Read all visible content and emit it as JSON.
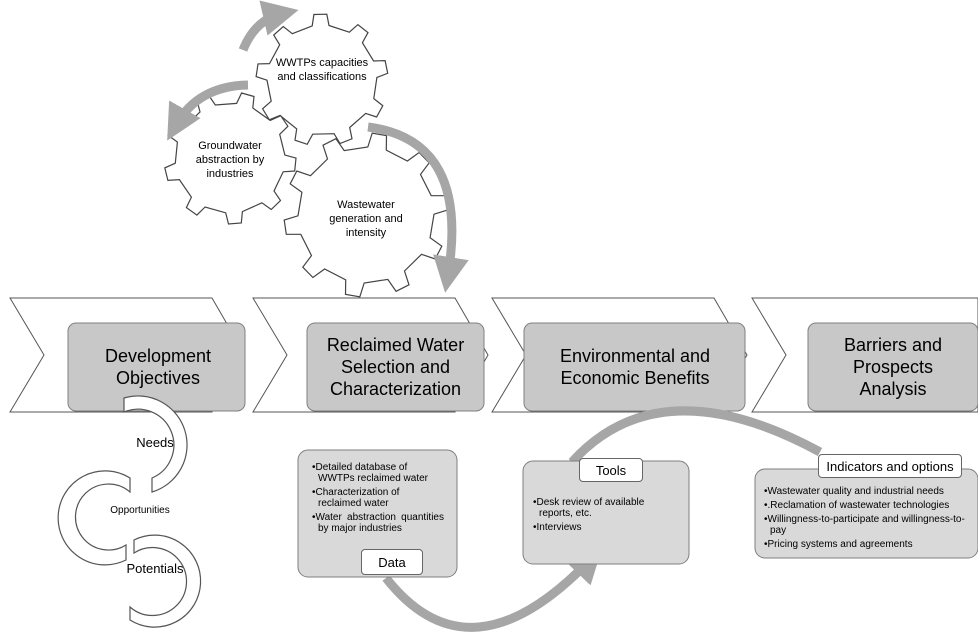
{
  "gears": [
    {
      "label": "WWTPs capacities and classifications"
    },
    {
      "label": "Groundwater abstraction by industries"
    },
    {
      "label": "Wastewater generation and intensity"
    }
  ],
  "stages": [
    {
      "title": "Development Objectives"
    },
    {
      "title": "Reclaimed Water Selection and Characterization"
    },
    {
      "title": "Environmental and Economic Benefits"
    },
    {
      "title": "Barriers and Prospects Analysis"
    }
  ],
  "cycle": [
    {
      "label": "Needs"
    },
    {
      "label": "Opportunities"
    },
    {
      "label": "Potentials"
    }
  ],
  "data_box": {
    "tag": "Data",
    "items": [
      "Detailed database of WWTPs reclaimed water",
      "Characterization of reclaimed water",
      "Water abstraction quantities by major industries"
    ]
  },
  "tools_box": {
    "tag": "Tools",
    "items": [
      "Desk review of available reports, etc.",
      "Interviews"
    ]
  },
  "indicators_box": {
    "tag": "Indicators and options",
    "items": [
      "Wastewater quality and industrial needs",
      ".Reclamation of wastewater technologies",
      "Willingness-to-participate and willingness-to-pay",
      "Pricing systems and agreements"
    ]
  },
  "colors": {
    "box_fill": "#c8c8c8",
    "box_stroke": "#7f7f7f",
    "arrow_grey": "#a6a6a6",
    "note_fill": "#d9d9d9"
  }
}
